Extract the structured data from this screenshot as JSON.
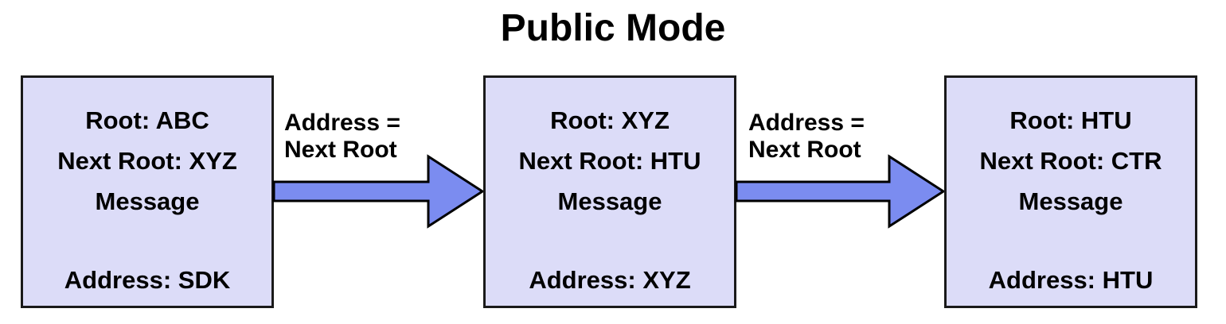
{
  "title": "Public Mode",
  "colors": {
    "background": "#ffffff",
    "box_fill": "#dcdcf8",
    "box_border": "#1a1a1a",
    "arrow_fill": "#7b8cf0",
    "arrow_border": "#000000",
    "text": "#000000"
  },
  "nodes": [
    {
      "lines": [
        "Root: ABC",
        "Next Root: XYZ",
        "Message",
        "Address: SDK"
      ]
    },
    {
      "lines": [
        "Root: XYZ",
        "Next Root: HTU",
        "Message",
        "Address: XYZ"
      ]
    },
    {
      "lines": [
        "Root: HTU",
        "Next Root: CTR",
        "Message",
        "Address: HTU"
      ]
    }
  ],
  "arrows": [
    {
      "label_line1": "Address =",
      "label_line2": "Next Root"
    },
    {
      "label_line1": "Address =",
      "label_line2": "Next Root"
    }
  ]
}
